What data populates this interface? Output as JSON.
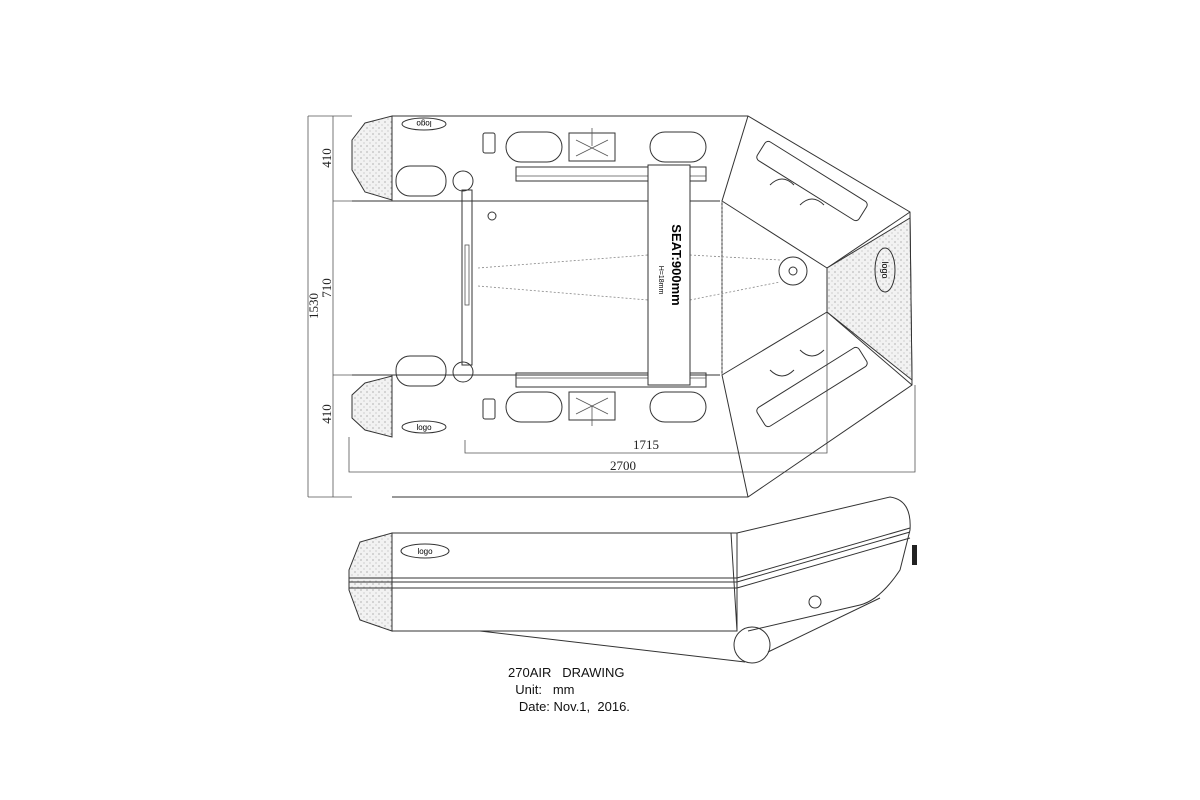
{
  "top_view": {
    "dimensions": {
      "overall_width": "1530",
      "tube_width_top": "410",
      "inner_width": "710",
      "tube_width_bottom": "410",
      "inner_length": "1715",
      "overall_length": "2700"
    },
    "seat": {
      "label": "SEAT:900mm",
      "sub_label": "H=18mm"
    },
    "logos": [
      "logo",
      "logo",
      "logo"
    ]
  },
  "side_view": {
    "logo": "logo"
  },
  "title_block": {
    "title": "270AIR   DRAWING",
    "unit_label": "Unit:",
    "unit_value": "mm",
    "date_label": "Date:",
    "date_value": "Nov.1,  2016."
  }
}
